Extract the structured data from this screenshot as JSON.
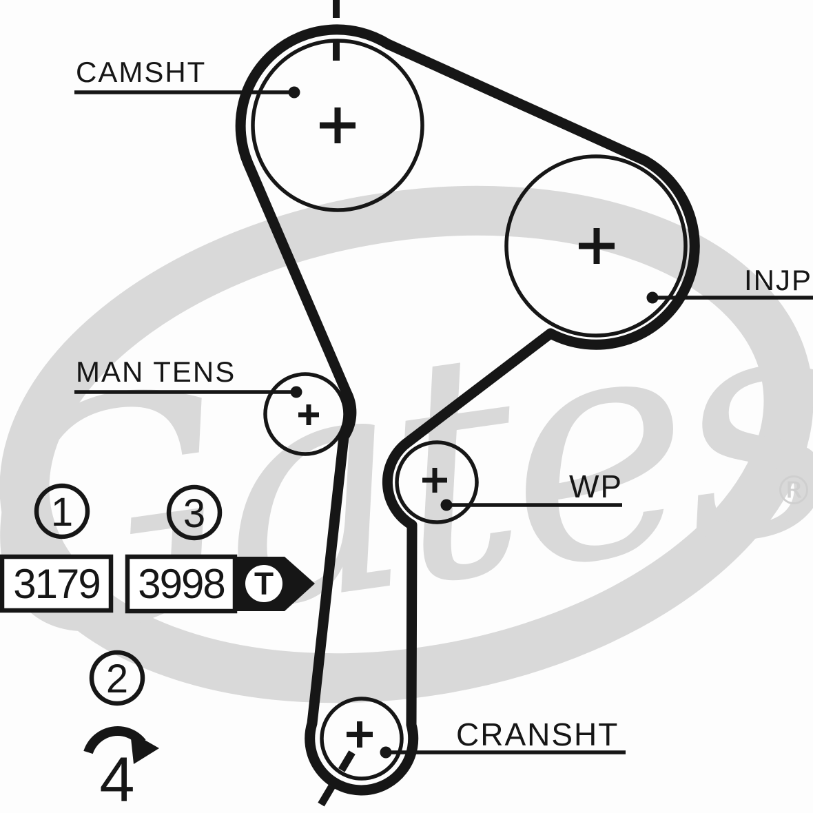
{
  "watermark": {
    "brand": "Gates",
    "registered": "®"
  },
  "pulleys": {
    "camshaft": {
      "label": "CAMSHT"
    },
    "injection_pump": {
      "label": "INJP"
    },
    "manual_tensioner": {
      "label": "MAN TENS"
    },
    "water_pump": {
      "label": "WP"
    },
    "crankshaft": {
      "label": "CRANSHT"
    }
  },
  "callouts": {
    "one": "1",
    "two": "2",
    "three": "3",
    "belt_part_code": "3179",
    "tensioner_part_code": "3998",
    "tool_letter": "T",
    "turn_count": "4"
  },
  "colors": {
    "line": "#161616",
    "watermark": "#d9d9d9",
    "background": "#fdfdfd"
  }
}
